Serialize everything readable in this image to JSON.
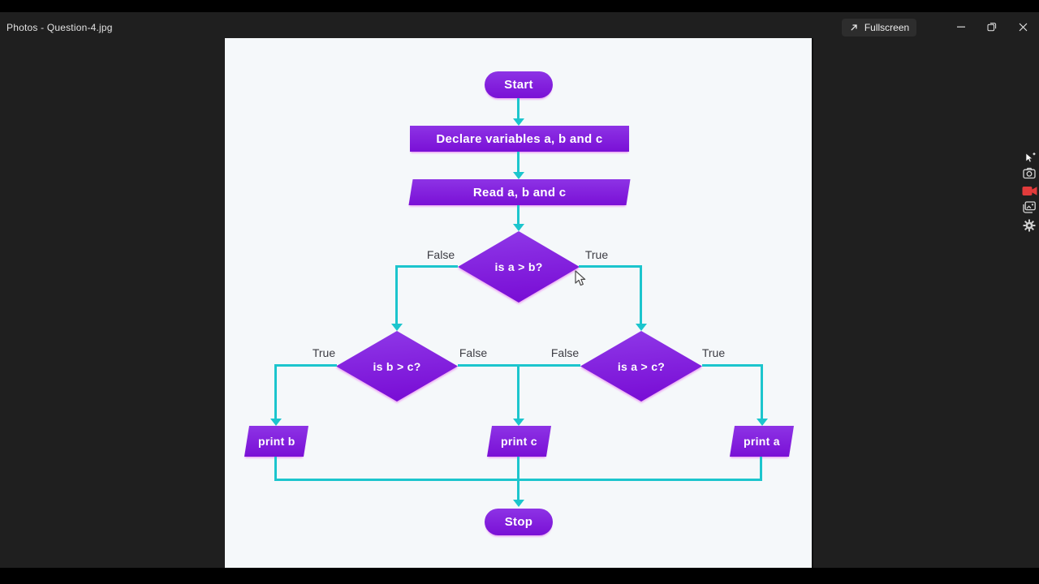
{
  "window": {
    "title": "Photos - Question-4.jpg",
    "fullscreen_label": "Fullscreen"
  },
  "side_toolbar": {
    "icons": [
      "cursor-pin",
      "screenshot-camera",
      "record-video",
      "gallery",
      "settings-gear"
    ],
    "record_color": "#e23b3b",
    "icon_color": "#d6d6d6"
  },
  "flowchart": {
    "nodes": {
      "start": "Start",
      "declare": "Declare variables a, b and c",
      "read": "Read a, b and c",
      "decision1": "is a > b?",
      "decision2": "is b > c?",
      "decision3": "is a > c?",
      "print_b": "print b",
      "print_c": "print c",
      "print_a": "print a",
      "stop": "Stop"
    },
    "branch_labels": {
      "d1_left": "False",
      "d1_right": "True",
      "d2_left": "True",
      "d2_right": "False",
      "d3_left": "False",
      "d3_right": "True"
    },
    "colors": {
      "shape_purple_top": "#8d33e5",
      "shape_purple_bottom": "#7a10d6",
      "connector_teal": "#1cc5cd",
      "branch_label_text": "#3c3c43",
      "canvas_bg": "#f5f8fa"
    }
  }
}
